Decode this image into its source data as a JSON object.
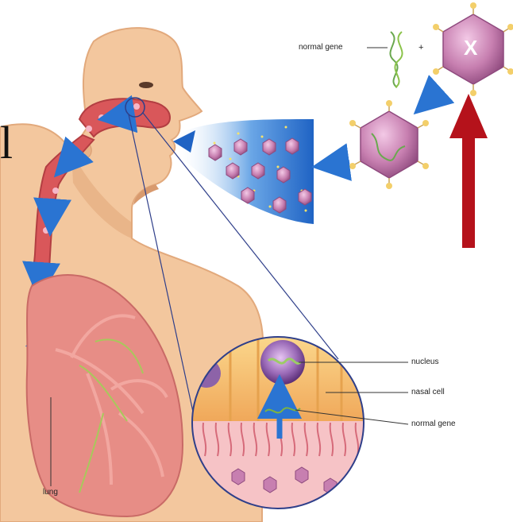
{
  "labels": {
    "normal_gene_top": "normal gene",
    "plus": "+",
    "virus_mark": "X",
    "nucleus": "nucleus",
    "nasal_cell": "nasal cell",
    "normal_gene_inset": "normal gene",
    "lung": "lung"
  },
  "edge_glyph": "l",
  "colors": {
    "skin": "#f3c79e",
    "skin_shadow": "#e2a97c",
    "airway": "#d9575a",
    "lung": "#e78d86",
    "virus": "#c77fb0",
    "spray": "#3a7fd0",
    "red_arrow": "#b5121b",
    "cell": "#f6c56a",
    "nucleus": "#7a4b96"
  }
}
